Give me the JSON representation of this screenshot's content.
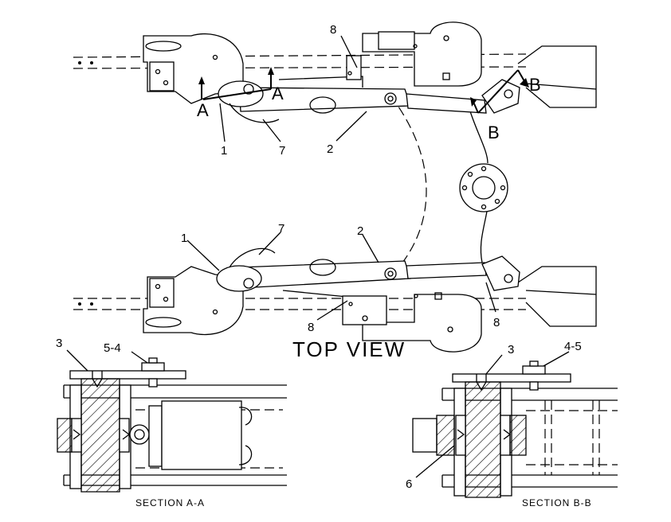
{
  "view_title": "TOP VIEW",
  "section_labels": {
    "a": "A",
    "b": "B"
  },
  "callouts": {
    "c1_upper": "1",
    "c1_lower": "1",
    "c2_upper": "2",
    "c2_lower": "2",
    "c3_left": "3",
    "c3_right": "3",
    "c5_4": "5-4",
    "c4_5": "4-5",
    "c6": "6",
    "c7_upper": "7",
    "c7_lower": "7",
    "c8_upper": "8",
    "c8_lower": "8"
  },
  "captions": {
    "section_a": "SECTION A-A",
    "section_b": "SECTION B-B"
  }
}
